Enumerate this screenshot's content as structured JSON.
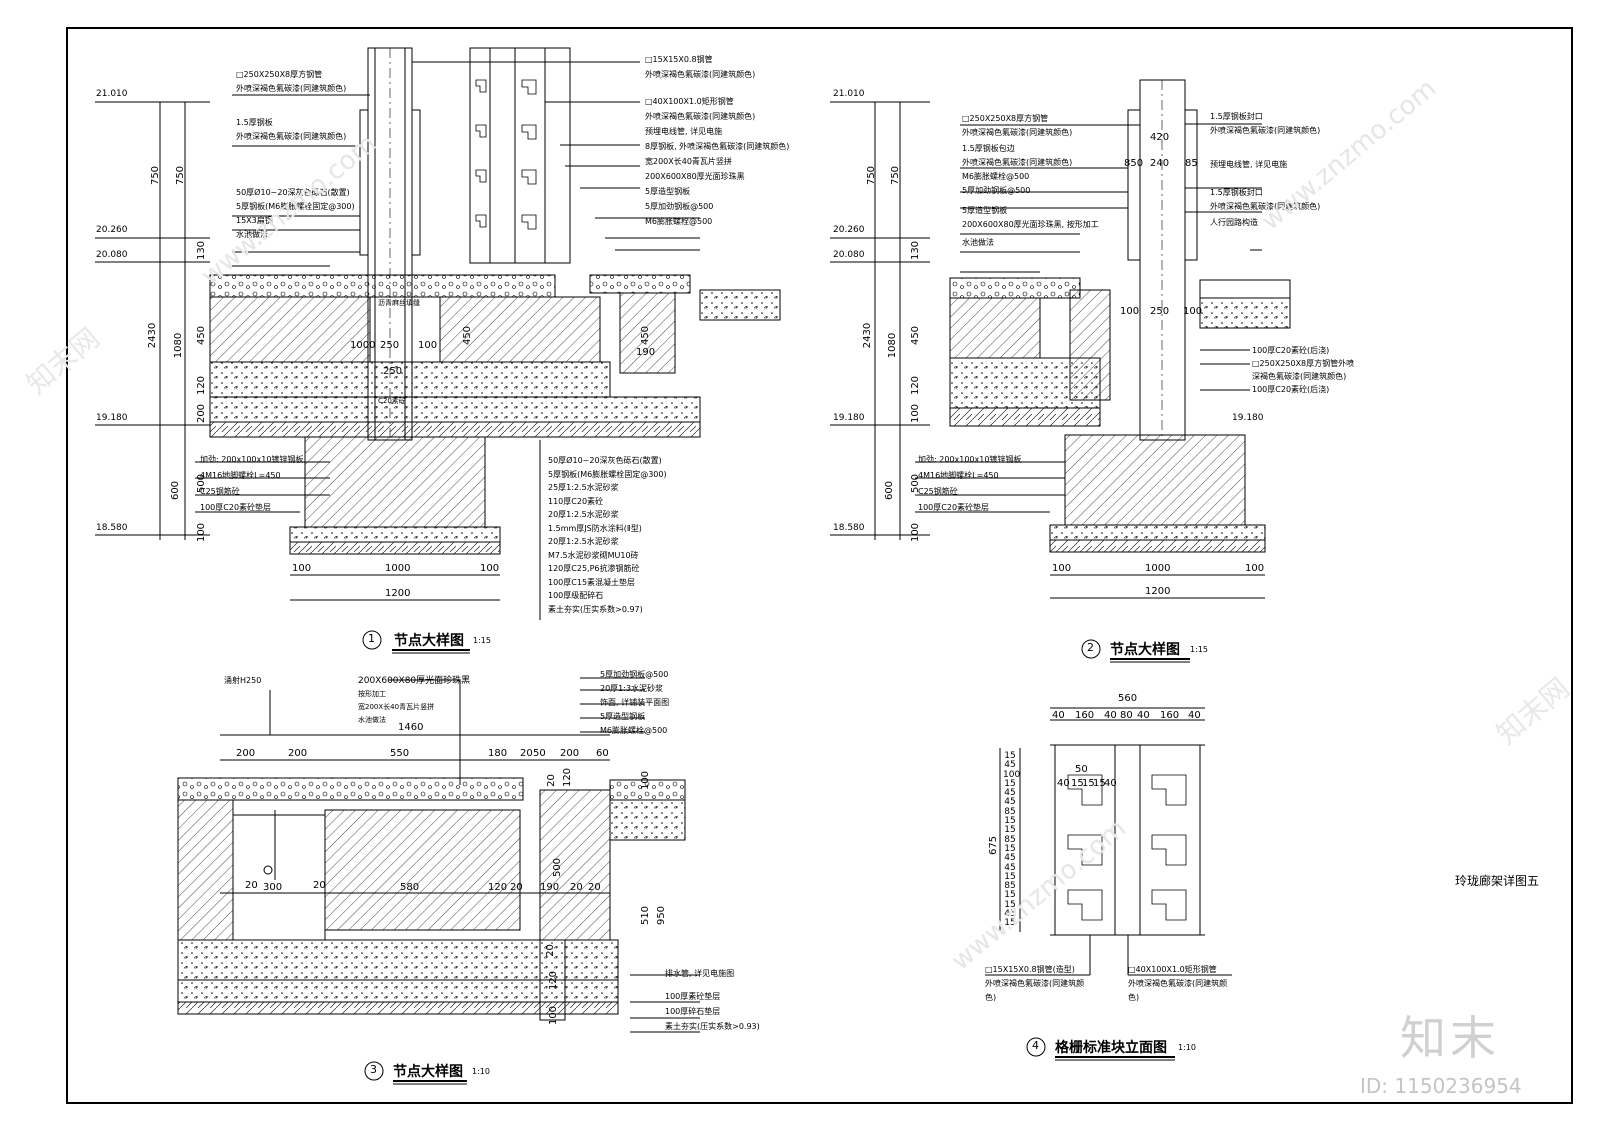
{
  "sheet_title": "玲珑廊架详图五",
  "watermark": {
    "logo": "知末",
    "id_text": "ID: 1150236954",
    "site": "www.znzmo.com",
    "brand": "知末网"
  },
  "detail1": {
    "title": "节点大样图",
    "num": "1",
    "scale": "1:15",
    "elevations": [
      "21.010",
      "20.260",
      "20.080",
      "19.180",
      "18.580"
    ],
    "dims_left": [
      "750",
      "750",
      "2430",
      "1080",
      "130",
      "450",
      "120",
      "200",
      "600",
      "500",
      "100"
    ],
    "dims_bottom": [
      "100",
      "1000",
      "100",
      "1200"
    ],
    "dims_inner": [
      "1000",
      "250",
      "100",
      "250",
      "450",
      "450",
      "190"
    ],
    "notes_top_right": [
      "□15X15X0.8钢管",
      "外喷深褐色氟碳漆(同建筑颜色)",
      "□40X100X1.0矩形钢管",
      "外喷深褐色氟碳漆(同建筑颜色)",
      "预埋电线管, 详见电施",
      "8厚钢板, 外喷深褐色氟碳漆(同建筑颜色)",
      "宽200X长40青瓦片竖拼",
      "200X600X80厚光面珍珠黑",
      "5厚造型钢板",
      "5厚加劲钢板@500",
      "M6膨胀螺栓@500"
    ],
    "notes_top_left": [
      "□250X250X8厚方钢管",
      "外喷深褐色氟碳漆(同建筑颜色)",
      "1.5厚钢板",
      "外喷深褐色氟碳漆(同建筑颜色)",
      "50厚Ø10~20深灰色砾石(散置)",
      "5厚钢板(M6膨胀螺栓固定@300)",
      "15X3扁钢",
      "水池做法"
    ],
    "note_inner": "沥青麻丝填缝",
    "note_c20": "C20素砼",
    "notes_bottom_left": [
      "加劲: 200x100x10镀锌钢板",
      "4M16地脚螺栓L=450",
      "C25钢筋砼",
      "100厚C20素砼垫层"
    ],
    "notes_bottom_right": [
      "50厚Ø10~20深灰色砾石(散置)",
      "5厚钢板(M6膨胀螺栓固定@300)",
      "25厚1:2.5水泥砂浆",
      "110厚C20素砼",
      "20厚1:2.5水泥砂浆",
      "1.5mm厚JS防水涂料(Ⅱ型)",
      "20厚1:2.5水泥砂浆",
      "M7.5水泥砂浆砌MU10砖",
      "120厚C25,P6抗渗钢筋砼",
      "100厚C15素混凝土垫层",
      "100厚级配碎石",
      "素土夯实(压实系数>0.97)"
    ]
  },
  "detail2": {
    "title": "节点大样图",
    "num": "2",
    "scale": "1:15",
    "elevations": [
      "21.010",
      "20.260",
      "20.080",
      "19.180",
      "18.580",
      "19.180"
    ],
    "dims_left": [
      "750",
      "750",
      "2430",
      "1080",
      "130",
      "450",
      "120",
      "100",
      "600",
      "500",
      "100"
    ],
    "dims_top": [
      "420",
      "850",
      "240",
      "85"
    ],
    "dims_inner": [
      "100",
      "250",
      "100"
    ],
    "dims_bottom": [
      "100",
      "1000",
      "100",
      "1200"
    ],
    "notes_left": [
      "□250X250X8厚方钢管",
      "外喷深褐色氟碳漆(同建筑颜色)",
      "1.5厚钢板包边",
      "外喷深褐色氟碳漆(同建筑颜色)",
      "M6膨胀螺栓@500",
      "5厚加劲钢板@500",
      "5厚造型钢板",
      "200X600X80厚光面珍珠黑, 按形加工",
      "水池做法"
    ],
    "notes_right": [
      "1.5厚钢板封口",
      "外喷深褐色氟碳漆(同建筑颜色)",
      "预埋电线管, 详见电施",
      "1.5厚钢板封口",
      "外喷深褐色氟碳漆(同建筑颜色)",
      "人行园路构造",
      "100厚C20素砼(后浇)",
      "□250X250X8厚方钢管外喷深褐色氟碳漆(同建筑颜色)",
      "100厚C20素砼(后浇)"
    ],
    "notes_bottom": [
      "加劲: 200x100x10镀锌钢板",
      "4M16地脚螺栓L=450",
      "C25钢筋砼",
      "100厚C20素砼垫层"
    ]
  },
  "detail3": {
    "title": "节点大样图",
    "num": "3",
    "scale": "1:10",
    "top_label": "涌射H250",
    "notes_top": [
      "200X600X80厚光面珍珠黑",
      "按形加工",
      "宽200X长40青瓦片竖拼",
      "水池做法"
    ],
    "notes_right_top": [
      "5厚加劲钢板@500",
      "20厚1:3水泥砂浆",
      "饰面, 详铺装平面图",
      "5厚造型钢板",
      "M6膨胀螺栓@500"
    ],
    "dims_top": [
      "1460",
      "200",
      "200",
      "550",
      "180",
      "20",
      "50",
      "200",
      "60"
    ],
    "dims_inner": [
      "20",
      "300",
      "20",
      "580",
      "120",
      "20",
      "190",
      "20",
      "20"
    ],
    "dims_right": [
      "20",
      "120",
      "100",
      "500",
      "510",
      "950",
      "20",
      "120",
      "100"
    ],
    "notes_bottom": [
      "排水管, 详见电施图",
      "100厚素砼垫层",
      "100厚碎石垫层",
      "素土夯实(压实系数>0.93)"
    ]
  },
  "detail4": {
    "title": "格栅标准块立面图",
    "num": "4",
    "scale": "1:10",
    "dims_top": [
      "560",
      "40",
      "160",
      "40",
      "80",
      "40",
      "160",
      "40"
    ],
    "dims_inner": [
      "50",
      "40",
      "15",
      "15",
      "15",
      "40"
    ],
    "dim_height": "675",
    "dims_left_stack": [
      "15",
      "45",
      "100",
      "15",
      "45",
      "45",
      "85",
      "15",
      "15",
      "85",
      "15",
      "45",
      "45",
      "15",
      "85",
      "15",
      "15",
      "45",
      "15"
    ],
    "notes_bottom": [
      "□15X15X0.8钢管(造型)",
      "外喷深褐色氟碳漆(同建筑颜色)",
      "□40X100X1.0矩形钢管",
      "外喷深褐色氟碳漆(同建筑颜色)"
    ]
  }
}
